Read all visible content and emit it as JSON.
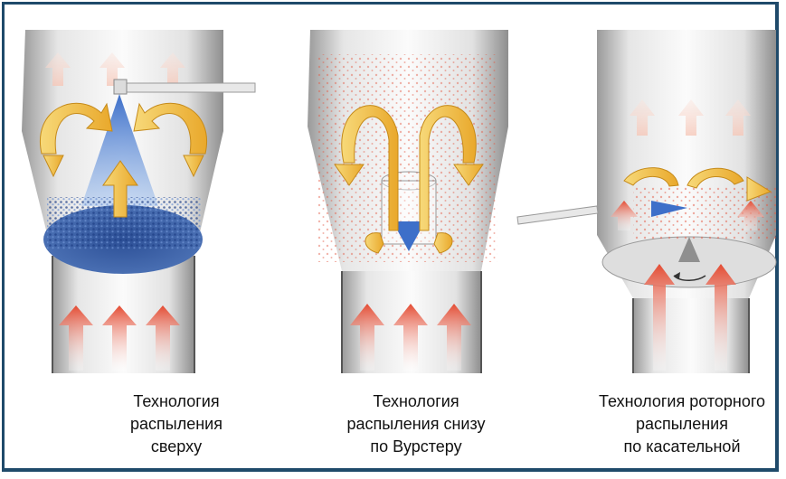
{
  "captions": {
    "top_spray": "Технология\nраспыления\nсверху",
    "wurster": "Технология\nраспыления снизу\nпо Вурстеру",
    "rotor": "Технология роторного\nраспыления\nпо касательной"
  },
  "colors": {
    "border": "#1f4a6a",
    "airflow_arrow": "#e8543a",
    "circulation_arrow": "#f3c23c",
    "spray": "#5b8fd6",
    "particles_blue": "#2e59b0",
    "particles_red": "#e35a44"
  }
}
